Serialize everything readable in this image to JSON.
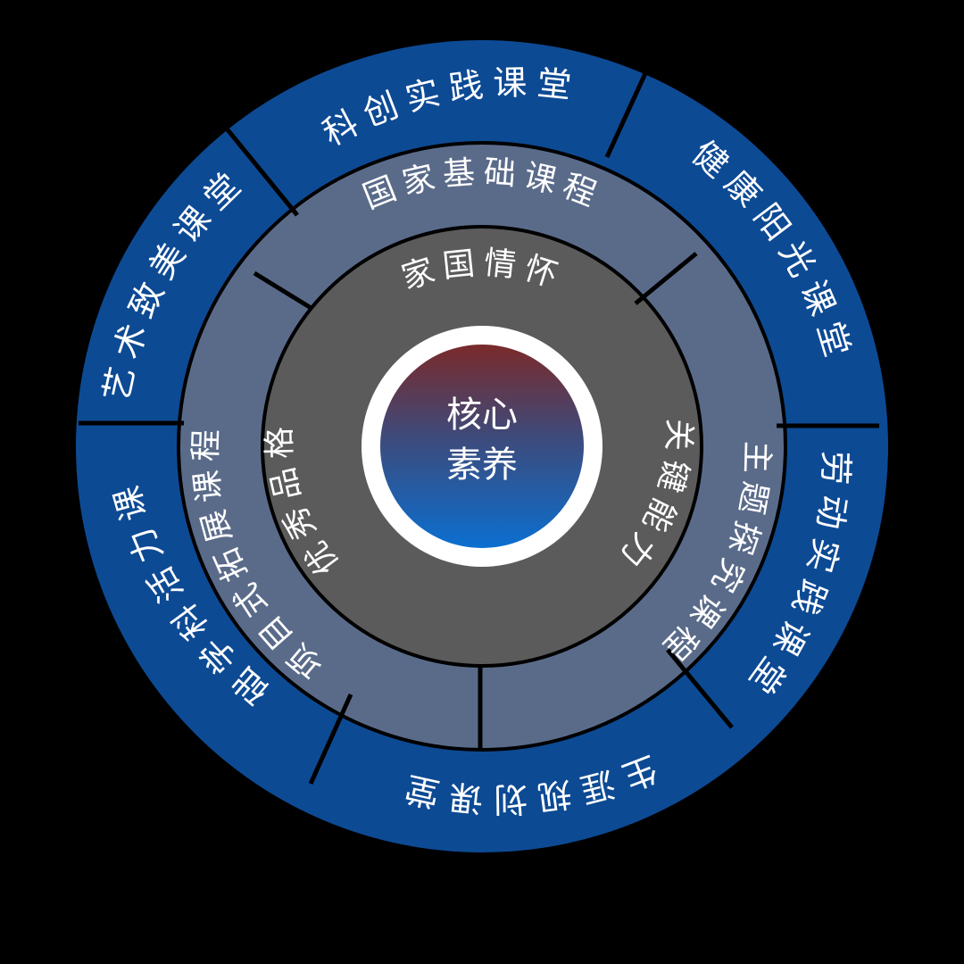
{
  "colors": {
    "background": "#000000",
    "outer_ring": "#0d4a94",
    "middle_ring": "#5a6b8a",
    "inner_ring": "#5b5b5b",
    "white_ring": "#ffffff",
    "core_top": "#7a2a2a",
    "core_bottom": "#0b6fd0",
    "text": "#ffffff",
    "divider": "#000000"
  },
  "core": {
    "line1": "核心",
    "line2": "素养"
  },
  "inner_ring": {
    "items": [
      {
        "label": "家国情怀"
      },
      {
        "label": "关键能力"
      },
      {
        "label": "优秀品格"
      }
    ]
  },
  "middle_ring": {
    "items": [
      {
        "label": "国家基础课程"
      },
      {
        "label": "主题探究课程"
      },
      {
        "label": "项目式拓展课程"
      }
    ]
  },
  "outer_ring": {
    "items": [
      {
        "label": "科创实践课堂"
      },
      {
        "label": "健康阳光课堂"
      },
      {
        "label": "劳动实践课堂"
      },
      {
        "label": "生涯规划课堂"
      },
      {
        "label": "基础学科活力课堂"
      },
      {
        "label": "艺术致美课堂"
      }
    ]
  }
}
